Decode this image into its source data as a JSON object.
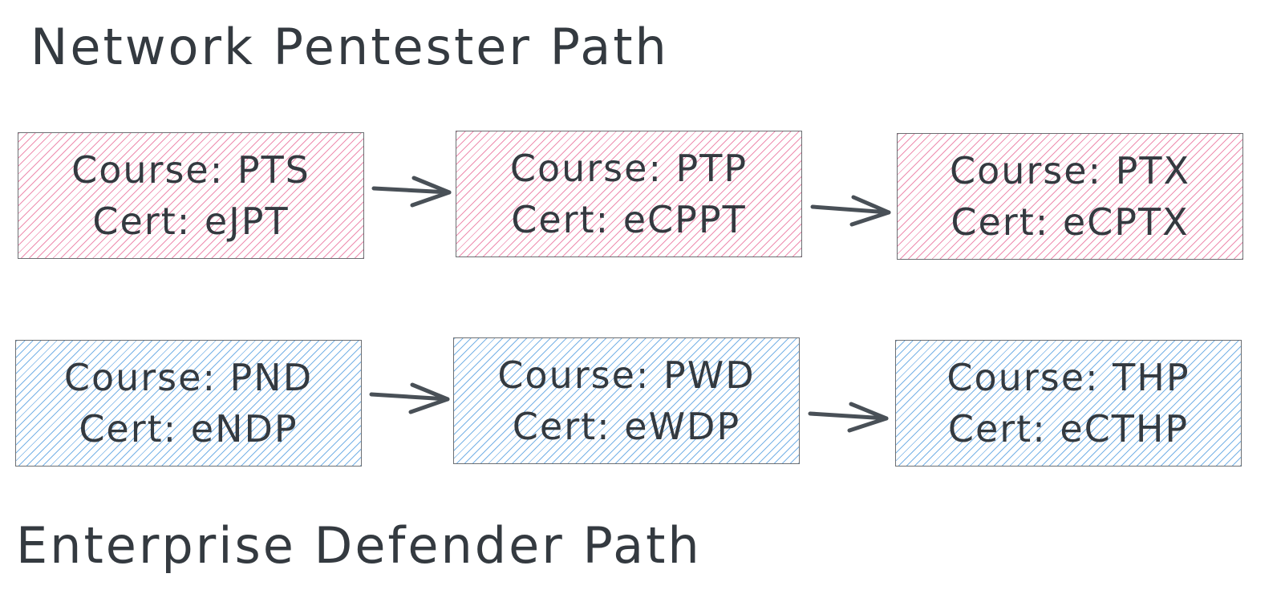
{
  "diagram": {
    "network_path": {
      "title": "Network Pentester Path",
      "steps": [
        {
          "course": "Course: PTS",
          "cert": "Cert: eJPT"
        },
        {
          "course": "Course: PTP",
          "cert": "Cert: eCPPT"
        },
        {
          "course": "Course: PTX",
          "cert": "Cert: eCPTX"
        }
      ]
    },
    "defender_path": {
      "title": "Enterprise Defender Path",
      "steps": [
        {
          "course": "Course: PND",
          "cert": "Cert: eNDP"
        },
        {
          "course": "Course: PWD",
          "cert": "Cert: eWDP"
        },
        {
          "course": "Course: THP",
          "cert": "Cert: eCTHP"
        }
      ]
    },
    "colors": {
      "stroke": "#343a40",
      "network_fill": "#e0316e",
      "defender_fill": "#1c7ed6",
      "arrow": "#495057"
    }
  }
}
